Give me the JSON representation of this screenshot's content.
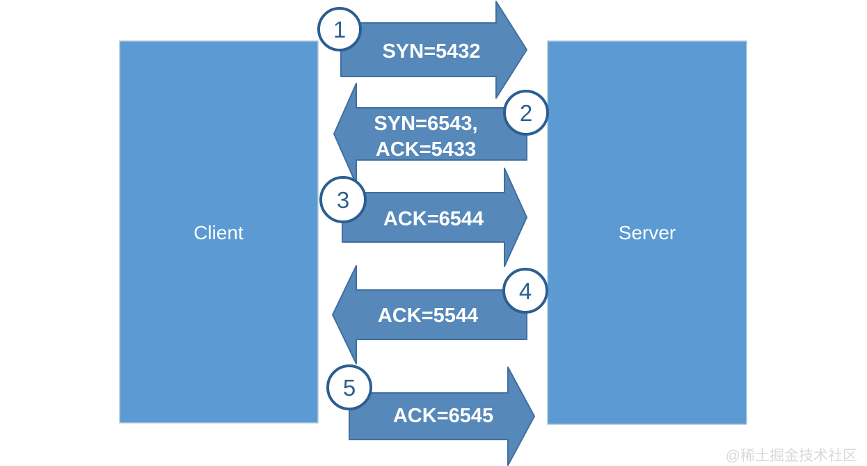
{
  "diagram": {
    "type": "sequence-handshake",
    "nodes": {
      "client": {
        "label": "Client"
      },
      "server": {
        "label": "Server"
      }
    },
    "steps": [
      {
        "number": "1",
        "direction": "client-to-server",
        "lines": [
          "SYN=5432"
        ]
      },
      {
        "number": "2",
        "direction": "server-to-client",
        "lines": [
          "SYN=6543,",
          "ACK=5433"
        ]
      },
      {
        "number": "3",
        "direction": "client-to-server",
        "lines": [
          "ACK=6544"
        ]
      },
      {
        "number": "4",
        "direction": "server-to-client",
        "lines": [
          "ACK=5544"
        ]
      },
      {
        "number": "5",
        "direction": "client-to-server",
        "lines": [
          "ACK=6545"
        ]
      }
    ],
    "watermark": "@稀土掘金技术社区"
  },
  "colors": {
    "node_fill": "#5b9ad2",
    "node_border": "#b3c8dd",
    "arrow_fill": "#5688ba",
    "arrow_border": "#3f6f9f",
    "badge_border": "#2c5f90",
    "label_text": "#ffffff",
    "watermark_color": "#d9d9d9",
    "page_bg": "#ffffff"
  }
}
